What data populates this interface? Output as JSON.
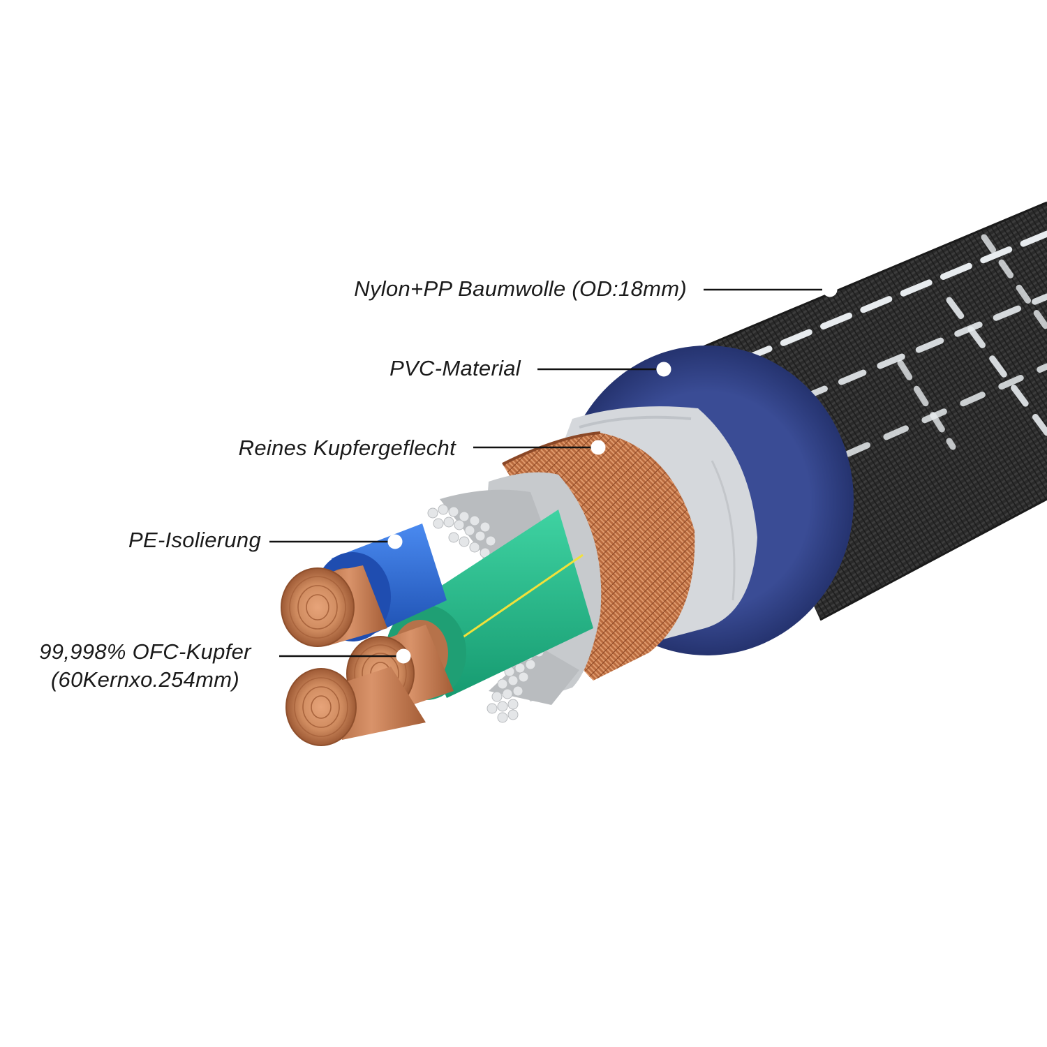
{
  "labels": {
    "jacket": "Nylon+PP Baumwolle (OD:18mm)",
    "pvc": "PVC-Material",
    "braid": "Reines Kupfergeflecht",
    "insulation": "PE-Isolierung",
    "copper_line1": "99,998% OFC-Kupfer",
    "copper_line2": "(60Kernxo.254mm)"
  },
  "colors": {
    "jacket": "#2b2b2b",
    "jacket_stripe": "#e8ecef",
    "pvc": "#2e3f82",
    "fleece": "#d3d6da",
    "braid": "#c4703f",
    "copper": "#c9825a",
    "blue_insulation": "#2f6fd8",
    "green_insulation": "#27b88a",
    "filler": "#d9dbdd"
  }
}
